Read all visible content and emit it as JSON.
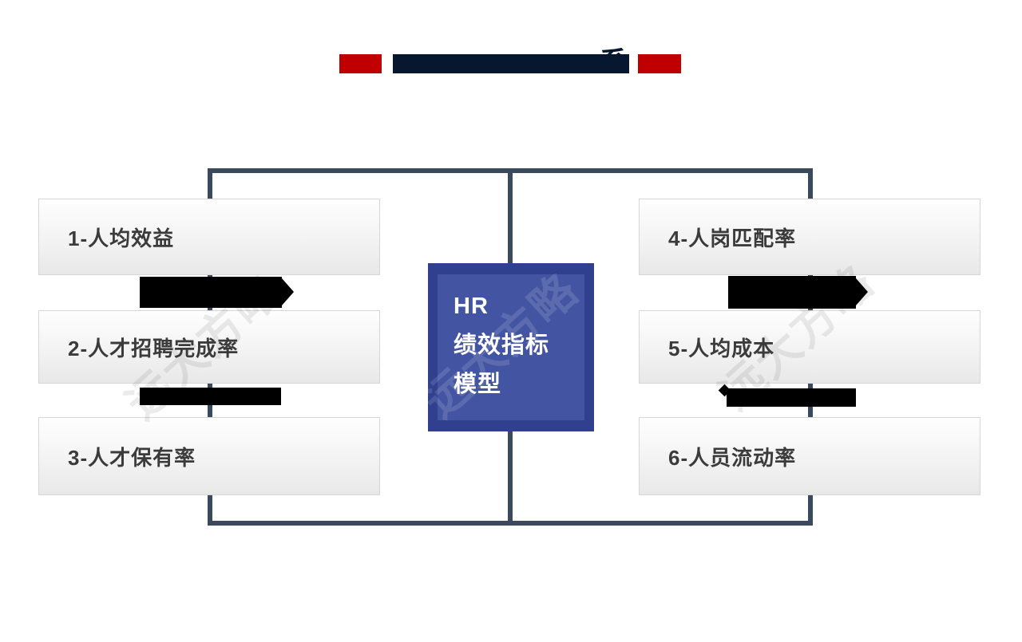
{
  "title": {
    "suffix_char": "系",
    "accent_color": "#c00000",
    "redaction_color": "#081730"
  },
  "center_box": {
    "line1": "HR",
    "line2": "绩效指标",
    "line3": "模型",
    "outer_color": "#303f8e",
    "inner_color": "#4355a2"
  },
  "left_boxes": [
    {
      "label": "1-人均效益"
    },
    {
      "label": "2-人才招聘完成率"
    },
    {
      "label": "3-人才保有率"
    }
  ],
  "right_boxes": [
    {
      "label": "4-人岗匹配率"
    },
    {
      "label": "5-人均成本"
    },
    {
      "label": "6-人员流动率"
    }
  ],
  "watermark": {
    "text": "远大方略"
  },
  "frame_color": "#3a4a5c"
}
